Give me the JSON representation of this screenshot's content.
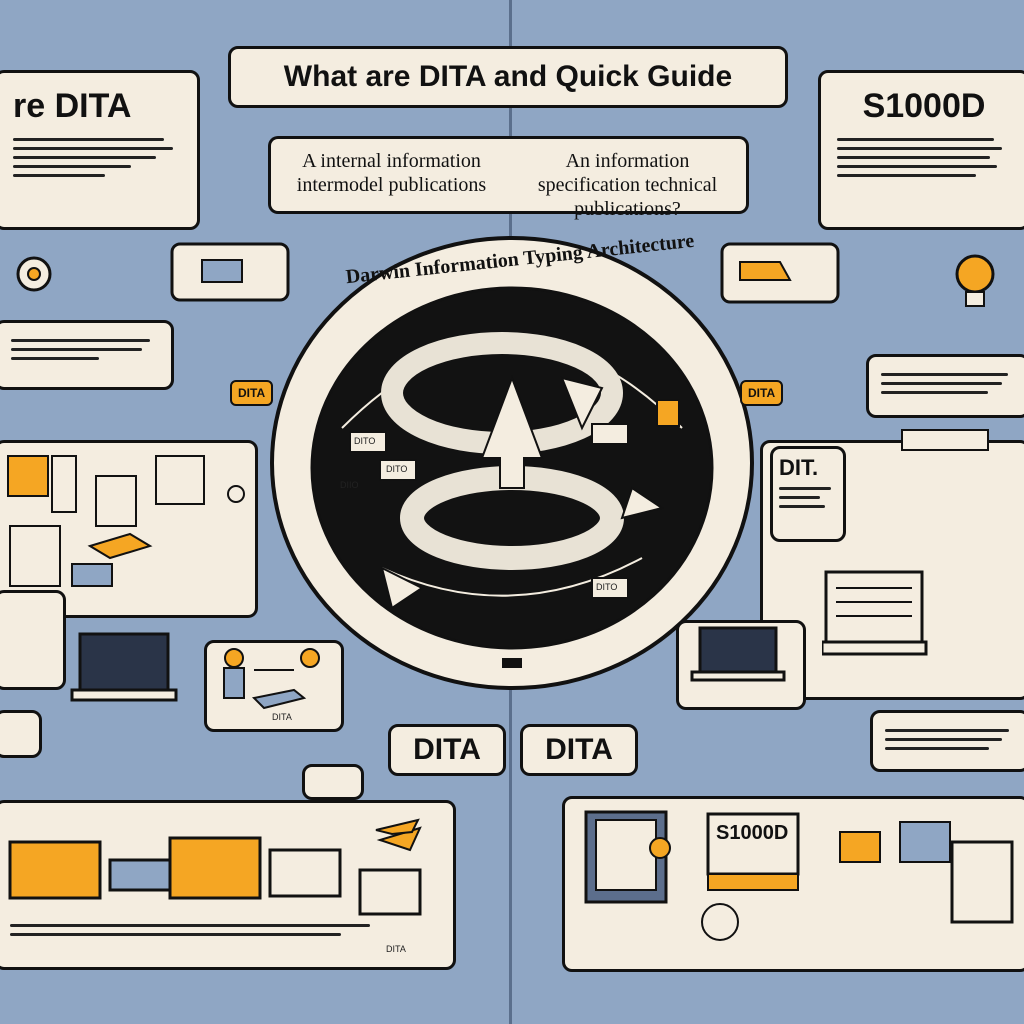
{
  "title": "What are DITA and Quick Guide",
  "left_header": "re DITA",
  "right_header": "S1000D",
  "center_left_caption": "A internal information intermodel publications",
  "center_right_caption": "An information specification technical publications?",
  "ring_text": "Darwin Information Typing Architecture",
  "bottom_left_label": "DITA",
  "bottom_right_label": "DITA",
  "right_doc_label": "DIT.",
  "bottom_doc_label": "S1000D",
  "small_labels": {
    "dita_small_1": "DITA",
    "dita_small_2": "DITA",
    "dita_small_3": "DITA",
    "dita_tag_left": "DITA",
    "dita_tag_right": "DITA",
    "ring_tag_1": "DITO",
    "ring_tag_2": "DITO",
    "ring_tag_3": "DIIO",
    "ring_tag_4": "DITO"
  },
  "icons": [
    "gear-icon",
    "lightbulb-icon",
    "laptop-icon",
    "document-icon",
    "arrow-icon",
    "book-icon",
    "person-icon",
    "paper-stack-icon",
    "airplane-icon",
    "hand-icon"
  ]
}
